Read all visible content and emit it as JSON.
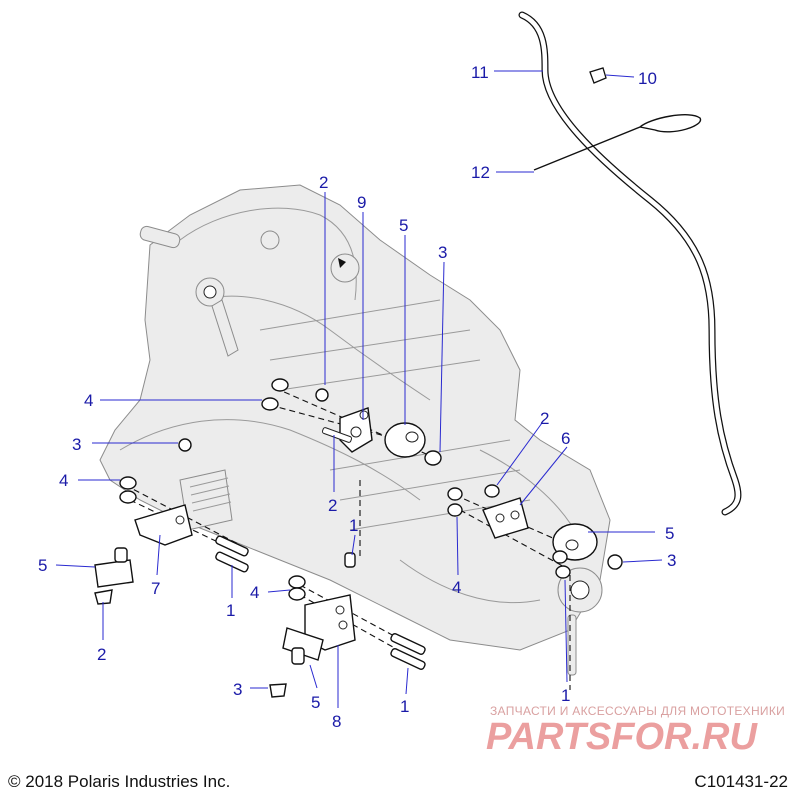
{
  "callouts": [
    {
      "id": "c2a",
      "text": "2"
    },
    {
      "id": "c9",
      "text": "9"
    },
    {
      "id": "c5a",
      "text": "5"
    },
    {
      "id": "c3a",
      "text": "3"
    },
    {
      "id": "c4a",
      "text": "4"
    },
    {
      "id": "c3b",
      "text": "3"
    },
    {
      "id": "c4b",
      "text": "4"
    },
    {
      "id": "c5b",
      "text": "5"
    },
    {
      "id": "c7",
      "text": "7"
    },
    {
      "id": "c2b",
      "text": "2"
    },
    {
      "id": "c1a",
      "text": "1"
    },
    {
      "id": "c4c",
      "text": "4"
    },
    {
      "id": "c2c",
      "text": "2"
    },
    {
      "id": "c1b",
      "text": "1"
    },
    {
      "id": "c3c",
      "text": "3"
    },
    {
      "id": "c5c",
      "text": "5"
    },
    {
      "id": "c8",
      "text": "8"
    },
    {
      "id": "c1c",
      "text": "1"
    },
    {
      "id": "c2d",
      "text": "2"
    },
    {
      "id": "c6",
      "text": "6"
    },
    {
      "id": "c4d",
      "text": "4"
    },
    {
      "id": "c5d",
      "text": "5"
    },
    {
      "id": "c3d",
      "text": "3"
    },
    {
      "id": "c1d",
      "text": "1"
    },
    {
      "id": "c11",
      "text": "11"
    },
    {
      "id": "c10",
      "text": "10"
    },
    {
      "id": "c12",
      "text": "12"
    }
  ],
  "footer": {
    "copyright": "© 2018 Polaris Industries Inc.",
    "diagram_code": "C101431-22"
  },
  "watermark": {
    "tagline": "ЗАПЧАСТИ И АКСЕССУАРЫ ДЛЯ МОТОТЕХНИКИ",
    "logo": "PARTSFOR.RU"
  },
  "colors": {
    "callout": "#1a1aa8",
    "leader": "#2a2ad0",
    "watermark": "#e88f8f"
  }
}
